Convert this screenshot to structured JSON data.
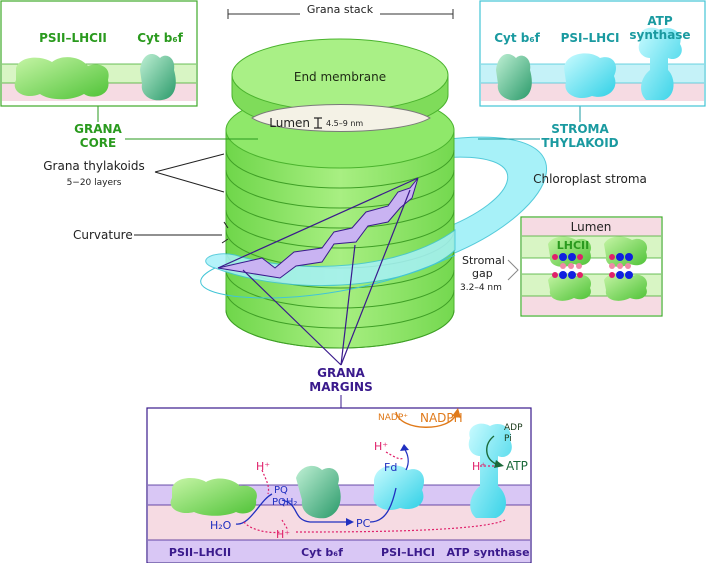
{
  "grana_stack": "Grana stack",
  "end_membrane": "End membrane",
  "lumen_label": "Lumen",
  "lumen_width": "4.5–9 nm",
  "grana_core": [
    "GRANA",
    "CORE"
  ],
  "stroma_thylakoid": [
    "STROMA",
    "THYLAKOID"
  ],
  "chloroplast_stroma": "Chloroplast stroma",
  "grana_thylakoids": "Grana thylakoids",
  "grana_layers": "5−20 layers",
  "curvature": "Curvature",
  "grana_margins": [
    "GRANA",
    "MARGINS"
  ],
  "stromal_gap": [
    "Stromal",
    "gap",
    "3.2–4 nm"
  ],
  "core_inset": {
    "psii": "PSII–LHCII",
    "cytb6f": "Cyt b₆f"
  },
  "stroma_inset": {
    "cytb6f": "Cyt b₆f",
    "psi": "PSI–LHCI",
    "atp": [
      "ATP",
      "synthase"
    ]
  },
  "gap_inset": {
    "lumen": "Lumen",
    "lhcii": "LHCII"
  },
  "margins_inset": {
    "footer": [
      "PSII–LHCII",
      "Cyt b₆f",
      "PSI–LHCI",
      "ATP synthase"
    ],
    "h_plus": "H⁺",
    "h2o": "H₂O",
    "pq": "PQ",
    "pqh2": "PQH₂",
    "pc": "PC",
    "fd": "Fd",
    "nadp": "NADP⁺",
    "nadph": "NADPH",
    "adp": "ADP",
    "pi": "Pi",
    "atp": "ATP"
  },
  "colors": {
    "membrane_green": "#9be57a",
    "core_green": "#3faa2a",
    "stroma_teal": "#1a9aa0",
    "stroma_cyan": "#7fe3f0",
    "margins_purple": "#3a1a8c",
    "lumen_pink": "#f6dbe3",
    "proton_magenta": "#e0206a",
    "nadph_orange": "#e07a1a"
  }
}
